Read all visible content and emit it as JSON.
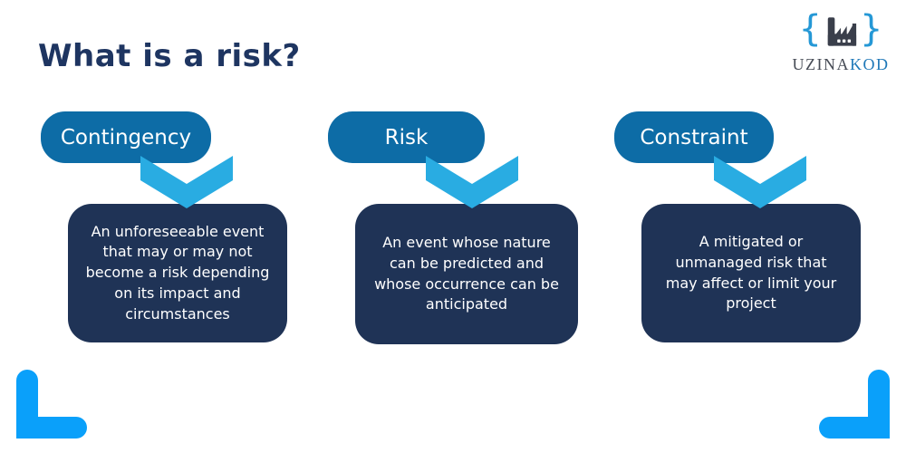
{
  "title": "What is a risk?",
  "logo": {
    "left_brace": "{",
    "right_brace": "}",
    "brand_left": "UZINA",
    "brand_right": "KOD"
  },
  "cards": [
    {
      "label": "Contingency",
      "description": "An unforeseeable event\nthat may or may not\nbecome a risk depending\non its impact and\ncircumstances"
    },
    {
      "label": "Risk",
      "description": "An event whose nature\ncan be predicted and\nwhose occurrence can be\nanticipated"
    },
    {
      "label": "Constraint",
      "description": "A mitigated or\nunmanaged risk that\nmay affect or limit your\nproject"
    }
  ],
  "colors": {
    "title_navy": "#1e3561",
    "pill_blue": "#0d6ca6",
    "box_navy": "#1f3356",
    "chevron_blue": "#29ace2",
    "corner_blue": "#0aa0fa",
    "logo_brace_blue": "#2598d6",
    "logo_factory_dark": "#3a3f4b",
    "logo_uzina_gray": "#474c56",
    "logo_kod_blue": "#1f78b8",
    "background": "#ffffff",
    "text_white": "#ffffff"
  }
}
